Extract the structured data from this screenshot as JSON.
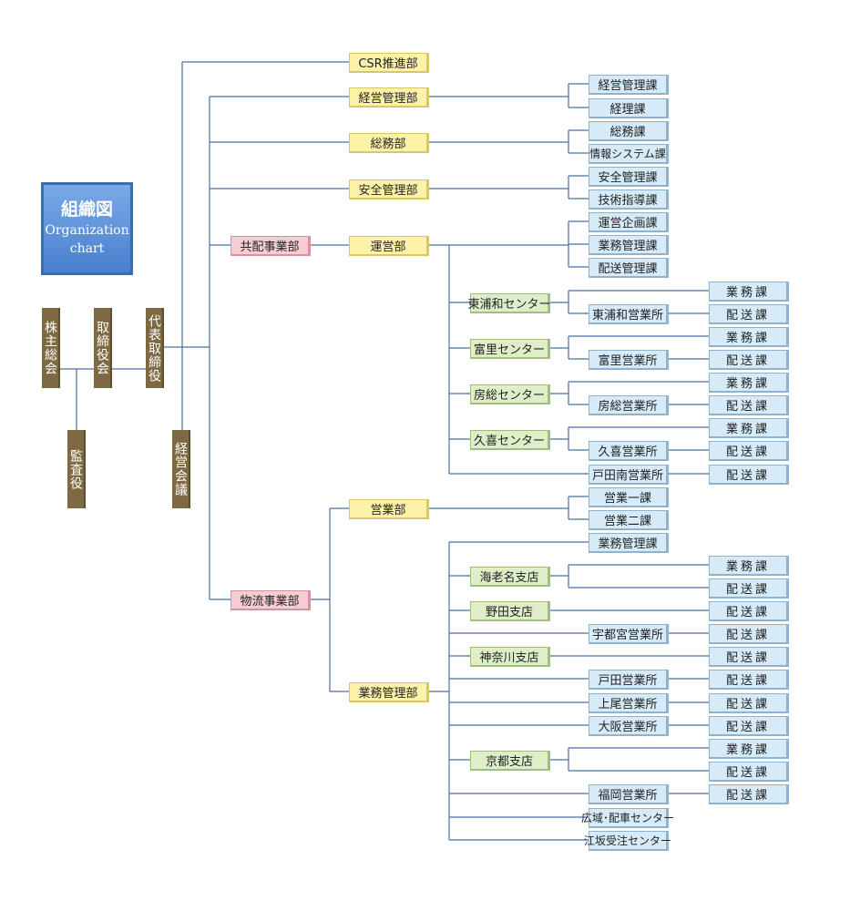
{
  "header": {
    "title_jp": "組織図",
    "title_en_1": "Organization",
    "title_en_2": "chart"
  },
  "colors": {
    "line": "#4d6fa3",
    "yellow": "#fdf3a8",
    "pink": "#f7cdd3",
    "green": "#ddeec9",
    "blue": "#d6eaf8",
    "brown": "#7d6a43"
  },
  "governance": {
    "shareholders": "株主総会",
    "board": "取締役会",
    "president": "代表取締役",
    "auditor": "監査役",
    "management_council": "経営会議"
  },
  "departments": {
    "csr": "CSR推進部",
    "management": "経営管理部",
    "general_affairs": "総務部",
    "safety": "安全管理部",
    "shared_delivery": "共配事業部",
    "operations": "運営部",
    "logistics": "物流事業部",
    "sales": "営業部",
    "business_management": "業務管理部"
  },
  "sections": {
    "mgmt_control": "経営管理課",
    "accounting": "経理課",
    "general": "総務課",
    "it": "情報システム課",
    "safety_mgmt": "安全管理課",
    "tech_guidance": "技術指導課",
    "ops_planning": "運営企画課",
    "biz_mgmt": "業務管理課",
    "delivery_mgmt": "配送管理課",
    "sales1": "営業一課",
    "sales2": "営業二課",
    "biz_mgmt2": "業務管理課"
  },
  "centers": {
    "higashiurawa": "東浦和センター",
    "tomisato": "富里センター",
    "boso": "房総センター",
    "kuki": "久喜センター"
  },
  "offices": {
    "higashiurawa": "東浦和営業所",
    "tomisato": "富里営業所",
    "boso": "房総営業所",
    "kuki": "久喜営業所",
    "todaminami": "戸田南営業所",
    "utsunomiya": "宇都宮営業所",
    "toda": "戸田営業所",
    "ageo": "上尾営業所",
    "osaka": "大阪営業所",
    "fukuoka": "福岡営業所",
    "wide_area": "広域･配車センター",
    "esaka": "江坂受注センター"
  },
  "branches": {
    "ebina": "海老名支店",
    "noda": "野田支店",
    "kanagawa": "神奈川支店",
    "kyoto": "京都支店"
  },
  "units": {
    "gyomu": "業務課",
    "haiso": "配送課"
  }
}
